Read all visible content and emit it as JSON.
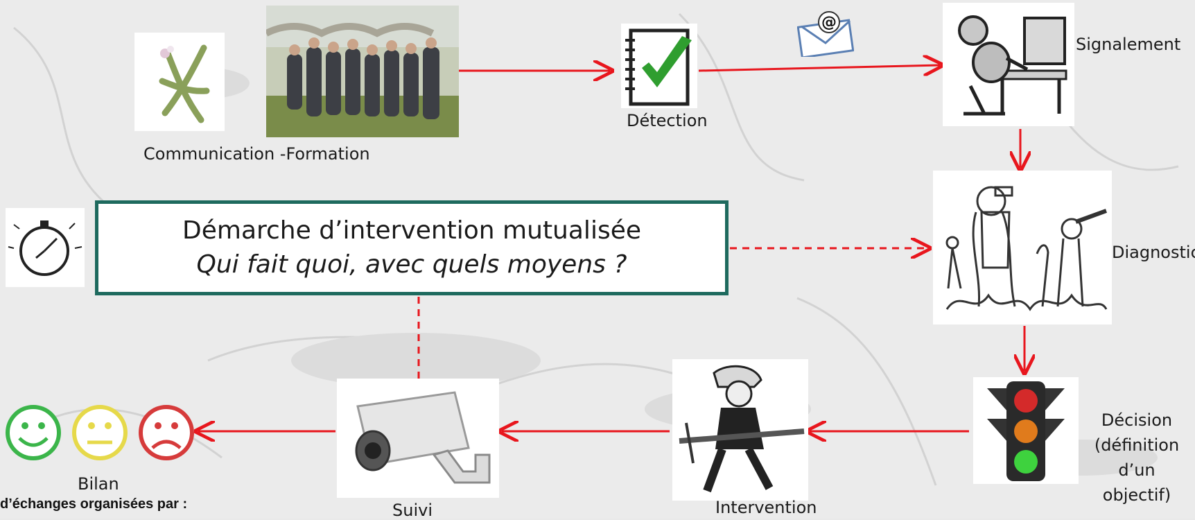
{
  "title": "Démarche d’intervention mutualisée",
  "subtitle": "Qui fait quoi, avec quels moyens ?",
  "steps": {
    "communication": "Communication -Formation",
    "detection": "Détection",
    "signalement": "Signalement",
    "diagnostic": "Diagnostic",
    "decision": [
      "Décision",
      "(définition",
      "d’un",
      "objectif)"
    ],
    "intervention": "Intervention",
    "suivi": "Suivi",
    "bilan": "Bilan"
  },
  "footer": "d’échanges organisées par :",
  "colors": {
    "arrow": "#e8161d",
    "box_border": "#1e6a5e",
    "smiley_green": "#3bb54a",
    "smiley_yellow": "#e6d94a",
    "smiley_red": "#d63b3b"
  },
  "icons": [
    "plant-icon",
    "group-photo",
    "checklist-icon",
    "email-icon",
    "computer-user-icon",
    "birdwatchers-icon",
    "stopwatch-icon",
    "traffic-light-icon",
    "firefighter-icon",
    "security-camera-icon",
    "smiley-happy-icon",
    "smiley-neutral-icon",
    "smiley-sad-icon"
  ]
}
